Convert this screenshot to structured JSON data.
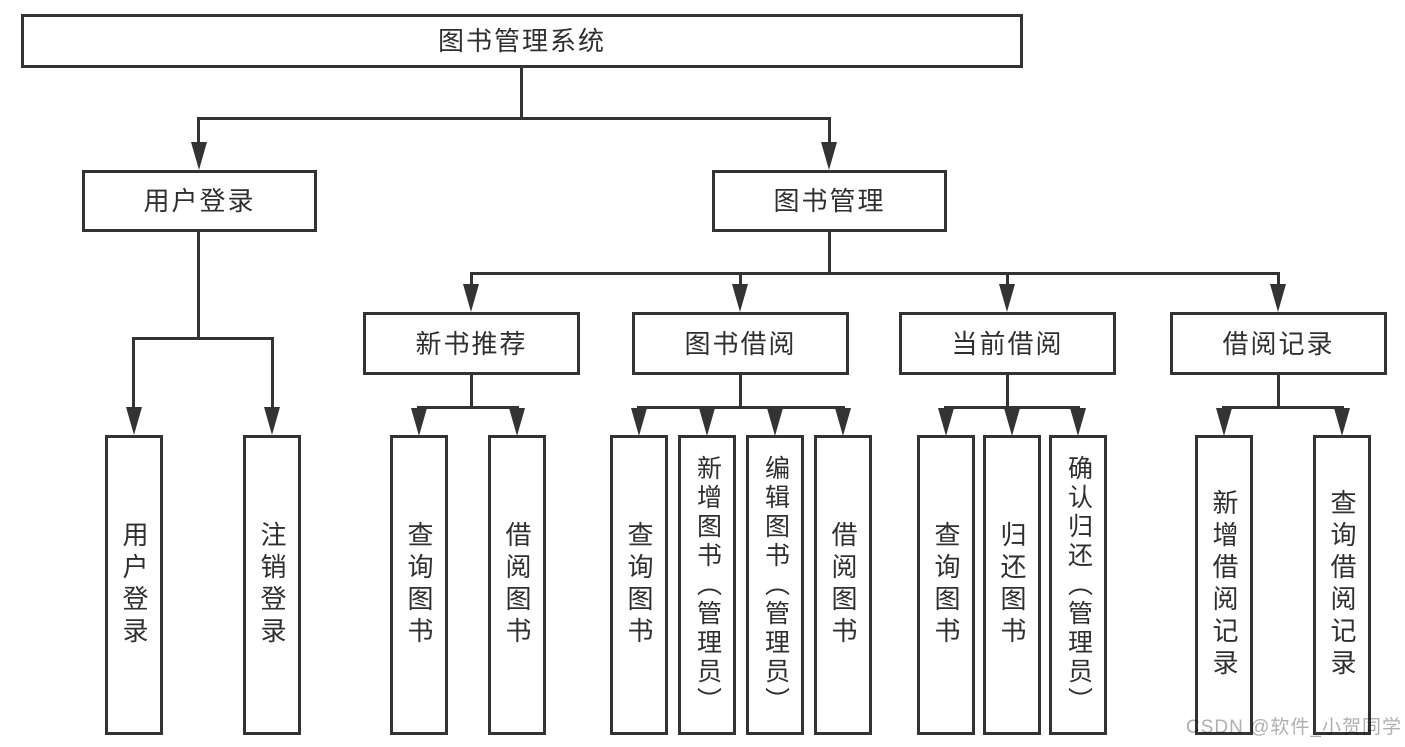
{
  "tree": {
    "root": "图书管理系统",
    "level2": [
      "用户登录",
      "图书管理"
    ],
    "level3": [
      "新书推荐",
      "图书借阅",
      "当前借阅",
      "借阅记录"
    ],
    "leaves": {
      "login": [
        "用户登录",
        "注销登录"
      ],
      "recommend": [
        "查询图书",
        "借阅图书"
      ],
      "borrow": [
        "查询图书",
        "新增图书（管理员）",
        "编辑图书（管理员）",
        "借阅图书"
      ],
      "current": [
        "查询图书",
        "归还图书",
        "确认归还（管理员）"
      ],
      "records": [
        "新增借阅记录",
        "查询借阅记录"
      ]
    }
  },
  "watermark": {
    "text": "CSDN @软件_小贺同学"
  },
  "colors": {
    "line": "#333333",
    "text": "#2f2f2f",
    "background": "#ffffff",
    "watermark": "#b0b0b0"
  }
}
